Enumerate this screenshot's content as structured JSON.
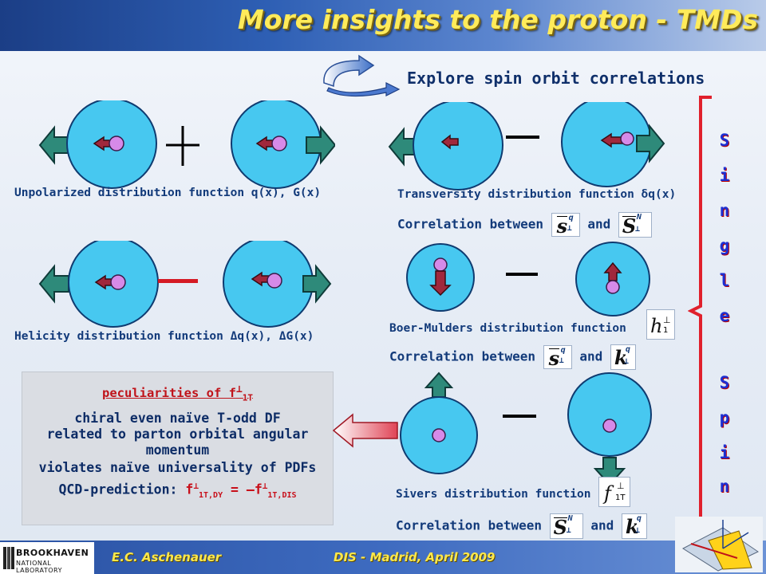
{
  "slide": {
    "title": "More insights to the proton - TMDs",
    "explore": "Explore spin orbit correlations",
    "left": {
      "unpolarized_label": "Unpolarized distribution function q(x), G(x)",
      "helicity_label": "Helicity distribution function Δq(x), ΔG(x)"
    },
    "right": {
      "transversity_label": "Transversity distribution function δq(x)",
      "boer_mulders_label": "Boer-Mulders distribution function",
      "sivers_label": "Sivers distribution function",
      "correlation_between": "Correlation between",
      "and": "and"
    },
    "single_spin_letters": [
      "S",
      "i",
      "n",
      "g",
      "l",
      "e",
      "S",
      "p",
      "i",
      "n"
    ],
    "peculiarities": {
      "title_prefix": "peculiarities of  f",
      "title_sup": "⊥",
      "title_sub": "1T",
      "lines": [
        "chiral even naïve T-odd DF",
        "related to parton orbital angular momentum",
        "violates naïve universality of PDFs"
      ],
      "qcd_prefix": "QCD-prediction: ",
      "qcd_f1": "f",
      "qcd_sup": "⊥",
      "qcd_sub1": "1T,DY",
      "qcd_eq": " = –f",
      "qcd_sub2": "1T,DIS"
    },
    "math": {
      "s_perp_q": "s",
      "S_perp_N": "S",
      "k_perp_q": "k",
      "h1_perp": "h",
      "f1T_perp": "f",
      "perp": "⊥",
      "q": "q",
      "N": "N",
      "one": "1",
      "oneT": "1T"
    },
    "footer": {
      "author": "E.C. Aschenauer",
      "conference": "DIS - Madrid, April 2009",
      "logo_top": "BROOKHAVEN",
      "logo_bottom": "NATIONAL LABORATORY"
    }
  },
  "colors": {
    "ring": "#47c8f0",
    "arrow_green": "#2e8a7a",
    "quark": "#d68ae8",
    "title_yellow": "#ffeb5a",
    "spin_blue": "#1d2fd2",
    "text_navy": "#123a7a",
    "red_accent": "#c8101b"
  }
}
